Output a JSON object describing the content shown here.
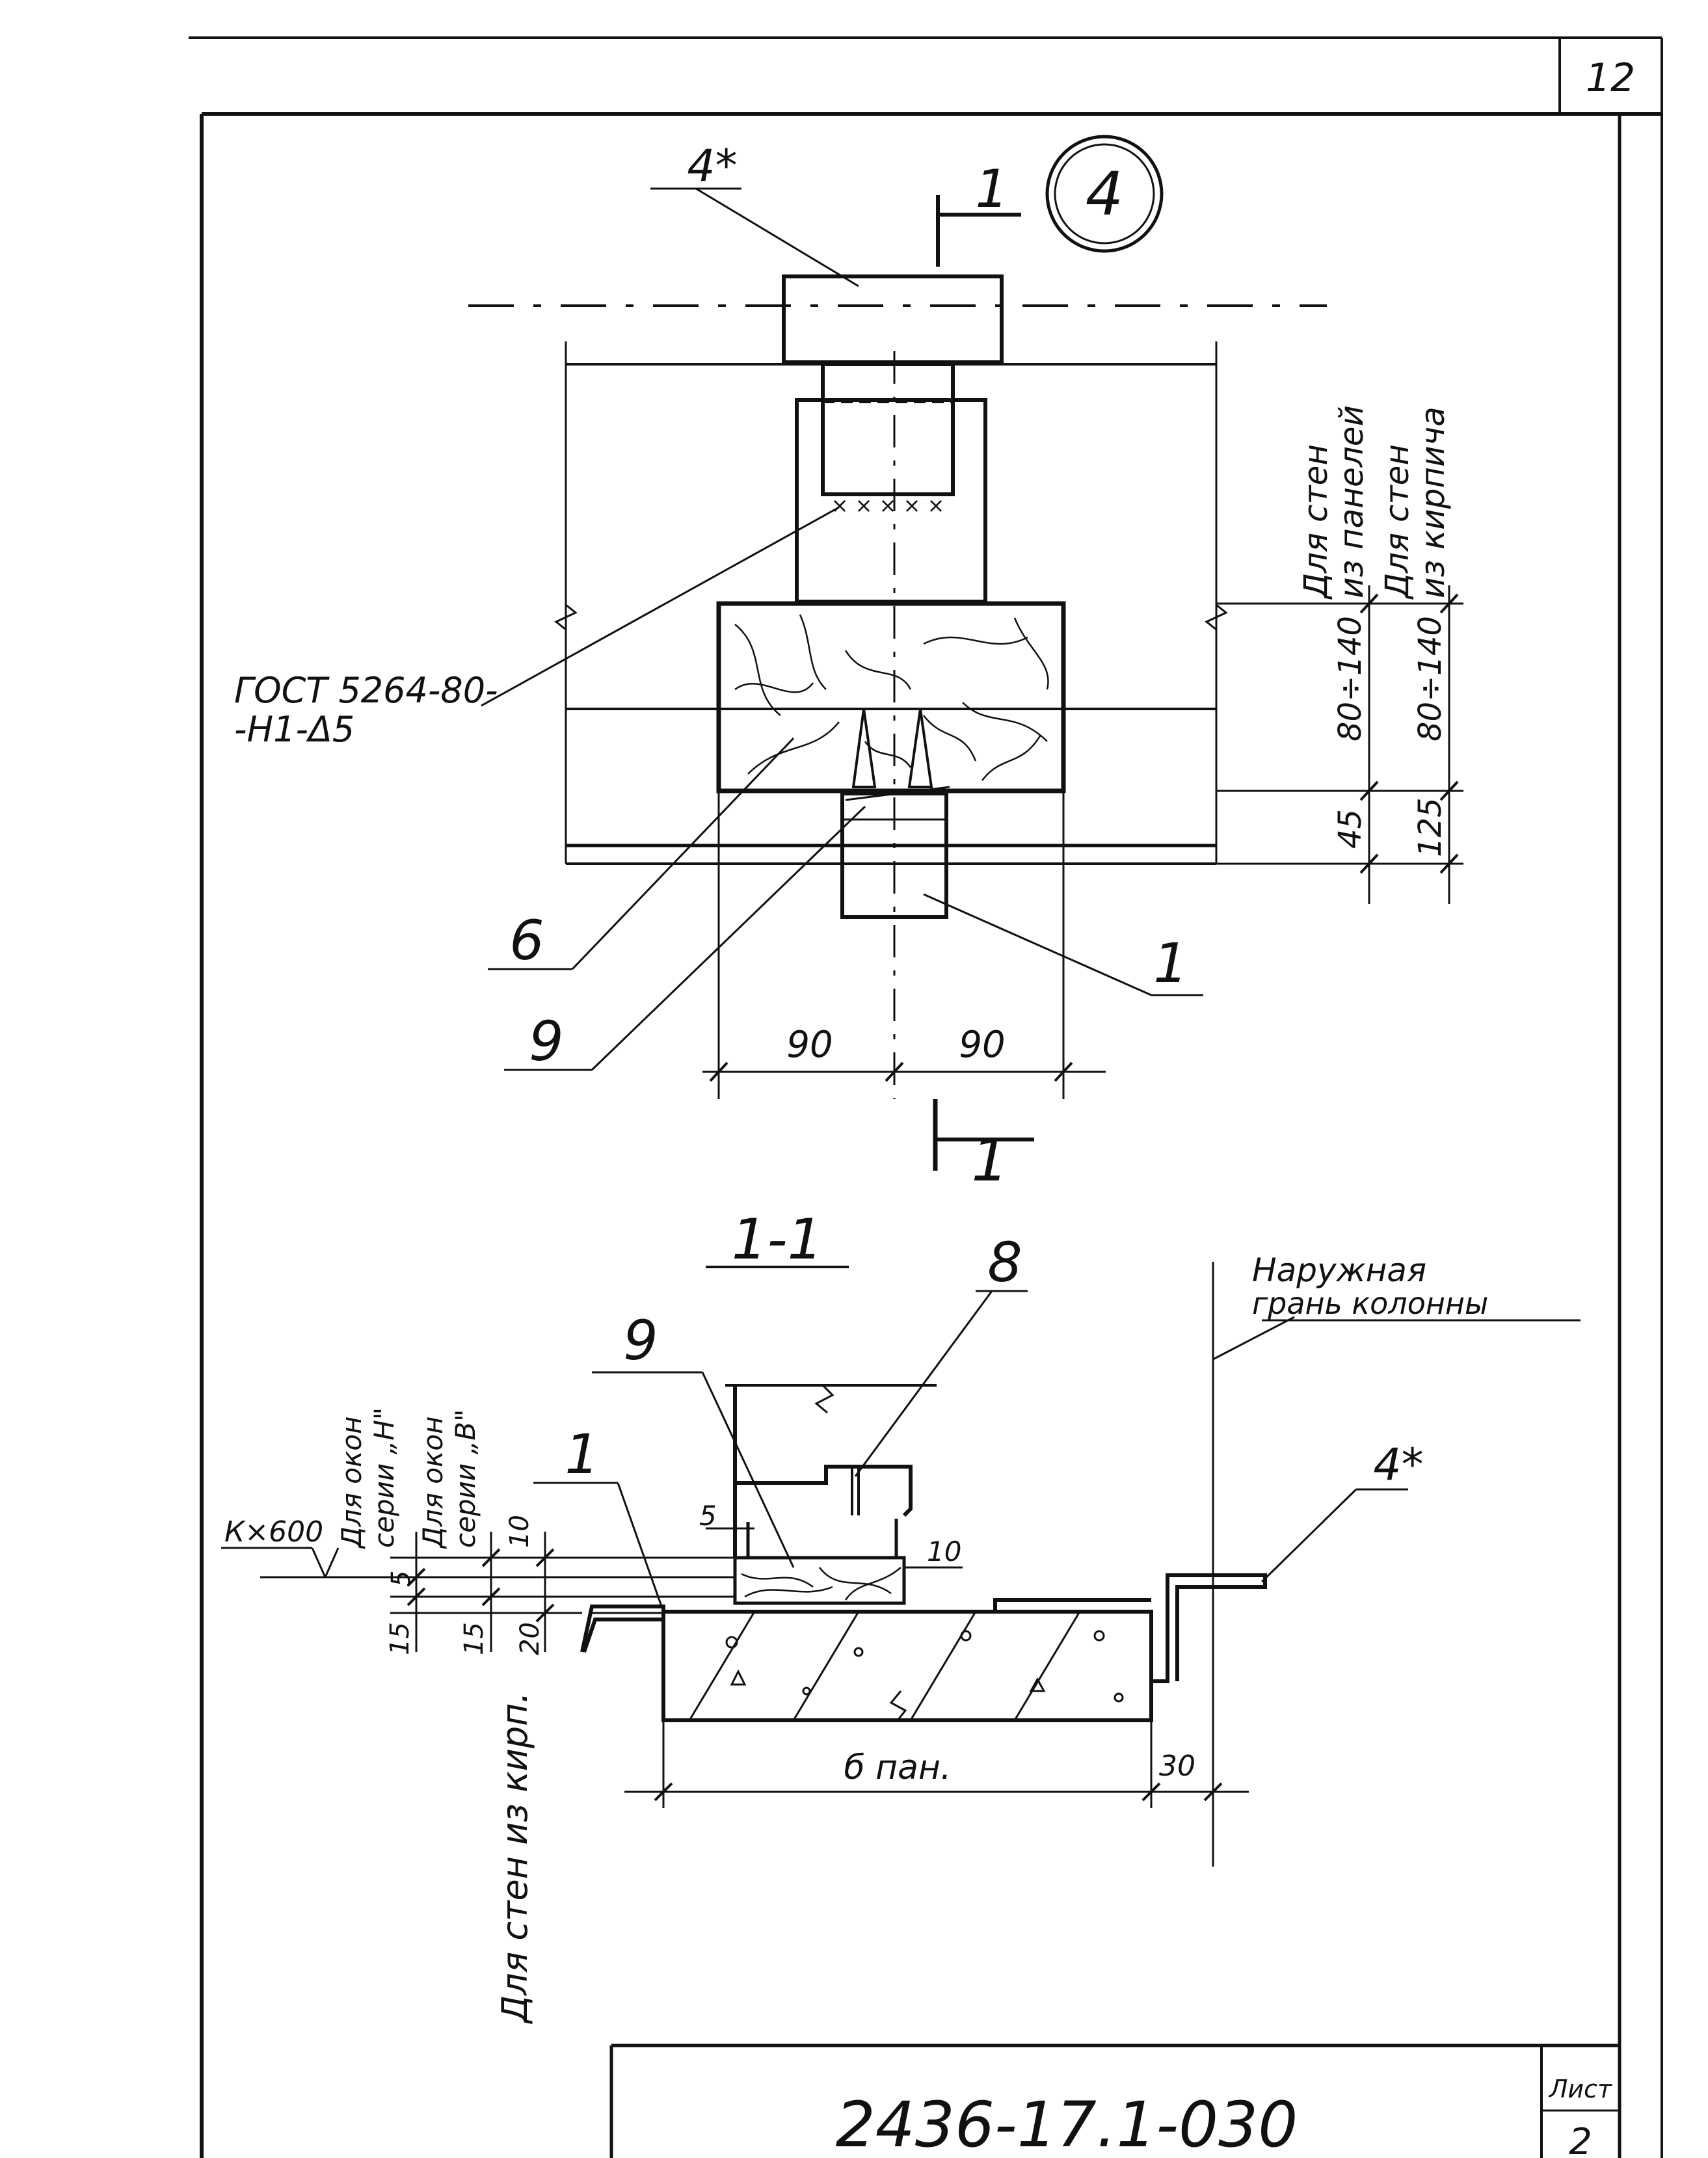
{
  "sheet": {
    "page_number": "12",
    "drawing_code": "2436-17.1-030",
    "sheet_label": "Лист",
    "sheet_value": "2"
  },
  "plan_view": {
    "node_number": "4",
    "section_mark": "1",
    "label_4star": "4*",
    "gost_line1": "ГОСТ 5264-80-",
    "gost_line2": "-Н1-Δ5",
    "label_6": "6",
    "label_9": "9",
    "label_1": "1",
    "dim_left": "90",
    "dim_right": "90",
    "note_panels_1": "Для стен",
    "note_panels_2": "из панелей",
    "note_bricks_1": "Для стен",
    "note_bricks_2": "из кирпича",
    "dim_v1": "80÷140",
    "dim_v2": "80÷140",
    "dim_45": "45",
    "dim_125": "125"
  },
  "section_view": {
    "title": "1-1",
    "label_8": "8",
    "label_9": "9",
    "label_1": "1",
    "label_4star": "4*",
    "outer_face_1": "Наружная",
    "outer_face_2": "грань колонны",
    "mark_k600": "К×600",
    "windows_n_1": "Для окон",
    "windows_n_2": "серии „Н\"",
    "windows_v_1": "Для окон",
    "windows_v_2": "серии „В\"",
    "dim_5a": "5",
    "dim_5b": "5",
    "dim_10a": "10",
    "dim_10b": "10",
    "dim_15a": "15",
    "dim_15b": "15",
    "dim_20": "20",
    "dim_bpan": "б пан.",
    "dim_30": "30",
    "brick_note": "Для стен из кирп."
  }
}
